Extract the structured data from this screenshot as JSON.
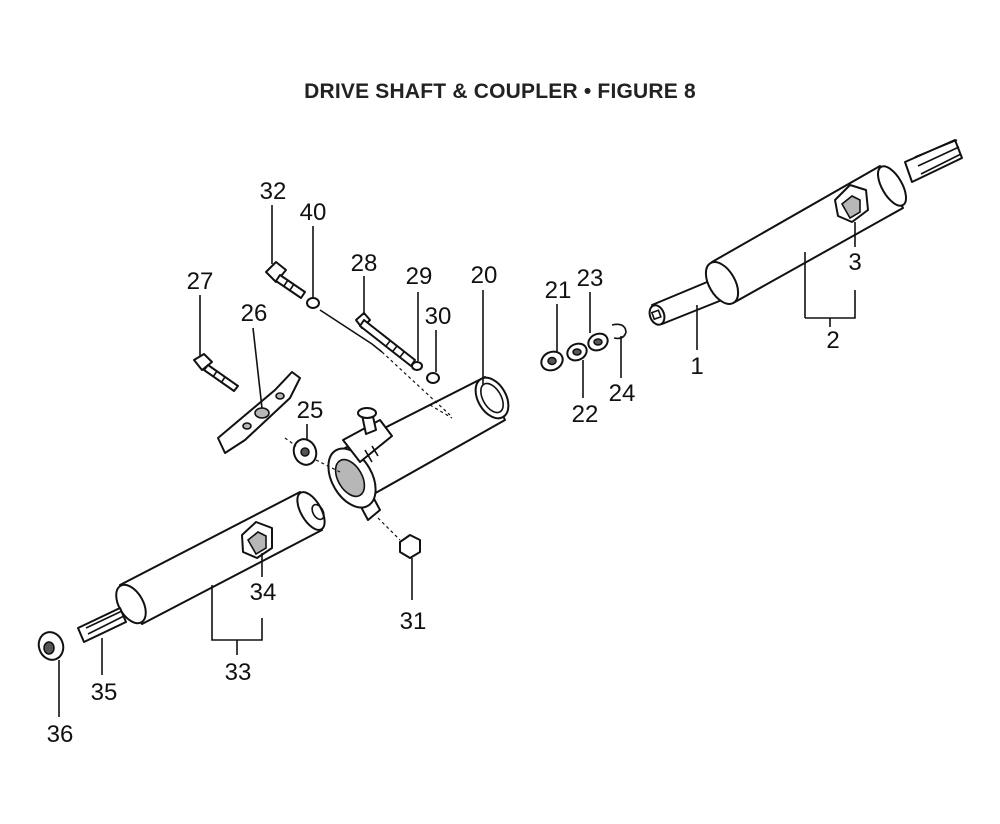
{
  "title": "DRIVE SHAFT & COUPLER  •  FIGURE 8",
  "callouts": [
    {
      "id": "1",
      "text": "1"
    },
    {
      "id": "2",
      "text": "2"
    },
    {
      "id": "3",
      "text": "3"
    },
    {
      "id": "20",
      "text": "20"
    },
    {
      "id": "21",
      "text": "21"
    },
    {
      "id": "22",
      "text": "22"
    },
    {
      "id": "23",
      "text": "23"
    },
    {
      "id": "24",
      "text": "24"
    },
    {
      "id": "25",
      "text": "25"
    },
    {
      "id": "26",
      "text": "26"
    },
    {
      "id": "27",
      "text": "27"
    },
    {
      "id": "28",
      "text": "28"
    },
    {
      "id": "29",
      "text": "29"
    },
    {
      "id": "30",
      "text": "30"
    },
    {
      "id": "31",
      "text": "31"
    },
    {
      "id": "32",
      "text": "32"
    },
    {
      "id": "33",
      "text": "33"
    },
    {
      "id": "34",
      "text": "34"
    },
    {
      "id": "35",
      "text": "35"
    },
    {
      "id": "36",
      "text": "36"
    },
    {
      "id": "40",
      "text": "40"
    }
  ]
}
